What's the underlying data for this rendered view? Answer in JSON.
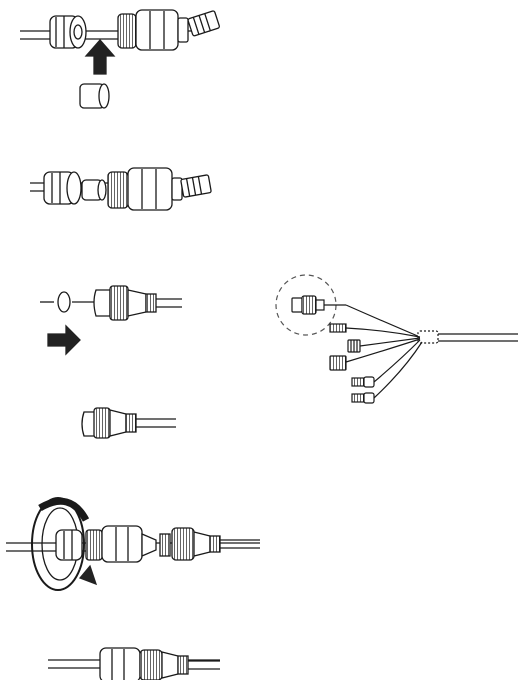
{
  "figure": {
    "panels": [
      {
        "id": "step-insert-seal-into-nut"
      },
      {
        "id": "step-assemble-sealing-nut"
      },
      {
        "id": "step-fit-o-ring-to-port"
      },
      {
        "id": "step-port-with-o-ring"
      },
      {
        "id": "step-rotate-to-lock"
      },
      {
        "id": "step-assembled-connector"
      }
    ],
    "side_diagram": {
      "id": "camera-cable-tail",
      "highlight": "network-port"
    },
    "colors": {
      "line": "#1a1a1a",
      "arrow": "#222222",
      "fill": "#ffffff",
      "thread": "#333333",
      "highlight_ring": "#555555"
    }
  }
}
